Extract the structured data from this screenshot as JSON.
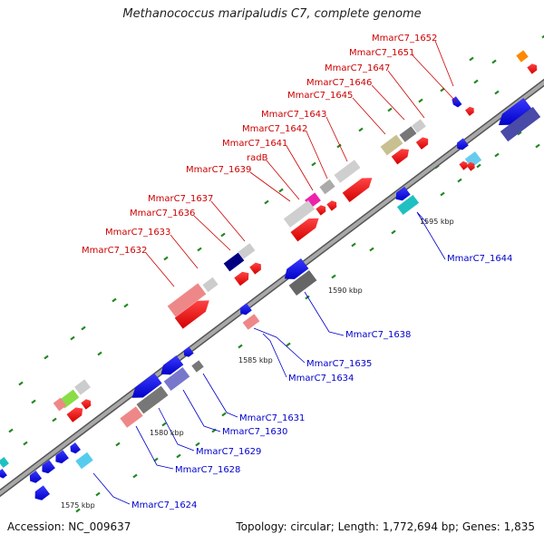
{
  "title": "Methanococcus maripaludis C7, complete genome",
  "footer": {
    "accession": "Accession: NC_009637",
    "summary": "Topology: circular; Length: 1,772,694 bp; Genes: 1,835"
  },
  "colors": {
    "forward_label": "#cc0000",
    "reverse_label": "#0000cc",
    "backbone": "#888888",
    "tick": "#228822"
  },
  "kbp_marks": [
    "1575 kbp",
    "1580 kbp",
    "1585 kbp",
    "1590 kbp",
    "1595 kbp"
  ],
  "red_labels": [
    "MmarC7_1652",
    "MmarC7_1651",
    "MmarC7_1647",
    "MmarC7_1646",
    "MmarC7_1645",
    "MmarC7_1643",
    "MmarC7_1642",
    "MmarC7_1641",
    "radB",
    "MmarC7_1639",
    "MmarC7_1637",
    "MmarC7_1636",
    "MmarC7_1633",
    "MmarC7_1632"
  ],
  "blue_labels": [
    "MmarC7_1644",
    "MmarC7_1638",
    "MmarC7_1635",
    "MmarC7_1634",
    "MmarC7_1631",
    "MmarC7_1630",
    "MmarC7_1629",
    "MmarC7_1628",
    "MmarC7_1624"
  ]
}
